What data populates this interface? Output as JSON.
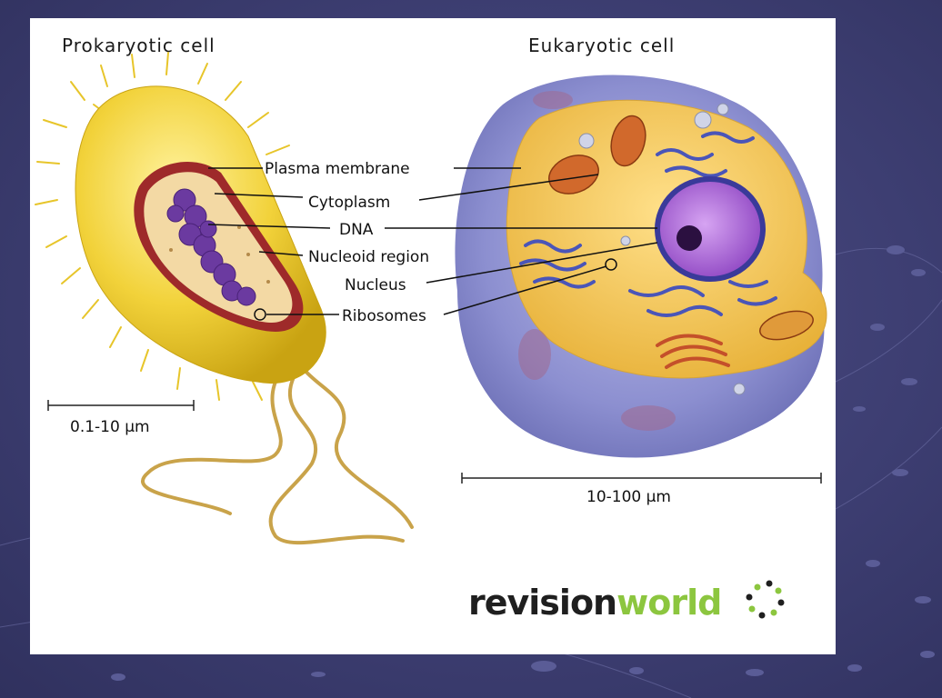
{
  "titles": {
    "prokaryote": "Prokaryotic cell",
    "eukaryote": "Eukaryotic cell"
  },
  "labels": {
    "plasma_membrane": "Plasma membrane",
    "cytoplasm": "Cytoplasm",
    "dna": "DNA",
    "nucleoid_region": "Nucleoid region",
    "nucleus": "Nucleus",
    "ribosomes": "Ribosomes"
  },
  "scales": {
    "prokaryote": "0.1-10 µm",
    "eukaryote": "10-100 µm"
  },
  "logo": {
    "part1": "revision",
    "part2": "world"
  },
  "colors": {
    "background": "#3d3e72",
    "panel": "#ffffff",
    "prokaryote_body": "#f2d23a",
    "cell_wall": "#9e2a2a",
    "dna": "#6b3aa0",
    "eukaryote_membrane": "#8c8fd0",
    "cytoplasm": "#f0c24a",
    "nucleus": "#b06ad8",
    "logo_green": "#8cc63f"
  }
}
